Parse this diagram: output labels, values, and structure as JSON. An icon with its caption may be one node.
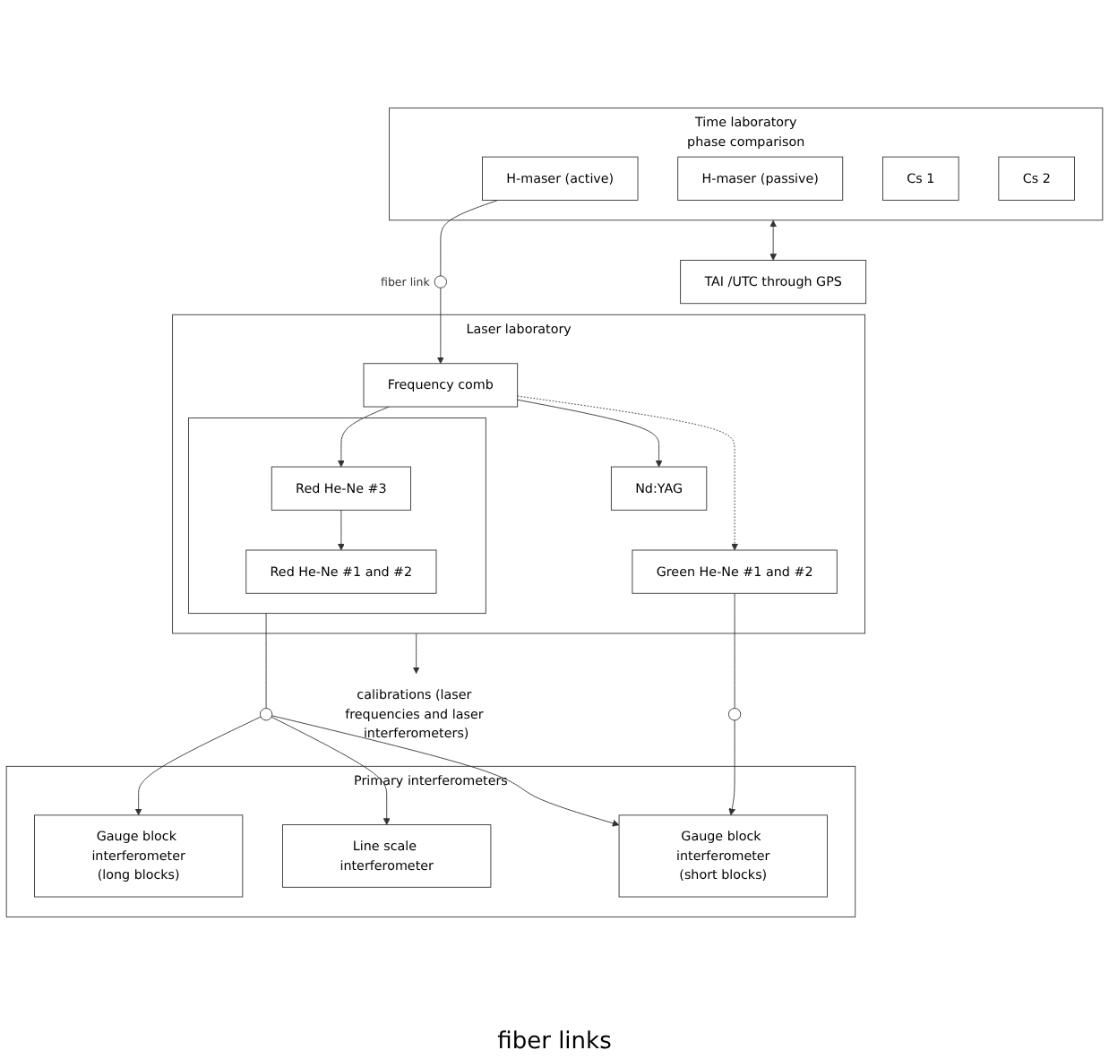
{
  "diagram": {
    "nodes": [
      {
        "text": [
          "Time laboratory",
          "phase comparison"
        ]
      },
      {
        "text": [
          "H-maser (active)"
        ],
        "in": 0
      },
      {
        "text": [
          "H-maser (passive)"
        ],
        "in": 0
      },
      {
        "text": [
          "Cs 1"
        ],
        "in": 0
      },
      {
        "text": [
          "Cs 2"
        ],
        "in": 0
      },
      {
        "text": [
          "TAI /UTC through GPS"
        ]
      },
      {
        "text": [],
        "shape": "circle",
        "beside": [
          "fiber link"
        ]
      },
      {
        "text": [
          "Laser laboratory"
        ]
      },
      {
        "text": [],
        "shape": "box",
        "in": 7
      },
      {
        "text": [
          "Red He-Ne #1 and #2"
        ],
        "in": 8
      },
      {
        "text": [
          "Red He-Ne #3"
        ],
        "in": 8
      },
      {
        "text": [
          "Frequency comb"
        ],
        "in": 7
      },
      {
        "text": [
          "Nd:YAG"
        ],
        "in": 7
      },
      {
        "text": [
          "Green He-Ne #1 and #2"
        ],
        "in": 7
      },
      {
        "text": [],
        "shape": "circle"
      },
      {
        "text": [],
        "shape": "circle"
      },
      {
        "text": [
          "Primary interferometers"
        ]
      },
      {
        "text": [
          "Gauge block interferometer",
          "(long blocks)"
        ],
        "in": 16
      },
      {
        "text": [
          "Line scale interferometer"
        ],
        "in": 16
      },
      {
        "text": [
          "Gauge block interferometer",
          "(short blocks)"
        ],
        "in": 16
      },
      {
        "text": [
          "calibrations (laser frequencies and laser interferometers)"
        ]
      }
    ],
    "edges": [
      {
        "from": 0,
        "to": 5,
        "arrow": "both"
      },
      {
        "from": 1,
        "to": 6,
        "arrow": "none"
      },
      {
        "from": 6,
        "to": 11,
        "arrow": "to"
      },
      {
        "from": 10,
        "to": 9,
        "arrow": "to"
      },
      {
        "from": 11,
        "to": 10,
        "arrow": "to"
      },
      {
        "from": 11,
        "to": 12,
        "arrow": "to"
      },
      {
        "from": 11,
        "to": 13,
        "arrow": "to",
        "style": "dashed"
      },
      {
        "from": 8,
        "to": 14,
        "arrow": "none"
      },
      {
        "from": 14,
        "to": 17,
        "arrow": "to"
      },
      {
        "from": 14,
        "to": 18,
        "arrow": "to"
      },
      {
        "from": 14,
        "to": 19,
        "arrow": "to"
      },
      {
        "from": 13,
        "to": 15,
        "arrow": "none"
      },
      {
        "from": 15,
        "to": 19,
        "arrow": "to"
      },
      {
        "from": 7,
        "to": 20,
        "arrow": "to"
      }
    ],
    "labels": [
      "fiber links"
    ]
  }
}
